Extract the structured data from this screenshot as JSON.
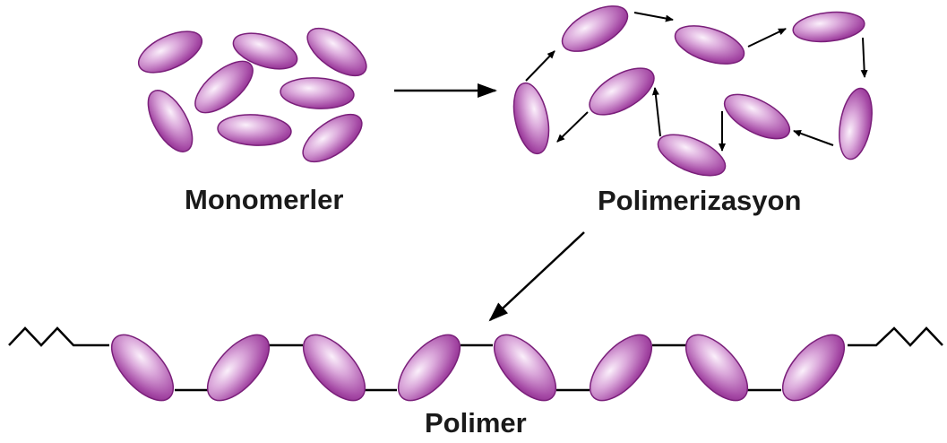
{
  "labels": {
    "monomers": "Monomerler",
    "polymerization": "Polimerizasyon",
    "polymer": "Polimer"
  },
  "colors": {
    "monomer_fill_light": "#f6e4f6",
    "monomer_fill_mid": "#c77fc7",
    "monomer_fill_dark": "#8e2c8e",
    "monomer_edge": "#7a1f7a",
    "line": "#000000",
    "text": "#1a1a1a"
  }
}
